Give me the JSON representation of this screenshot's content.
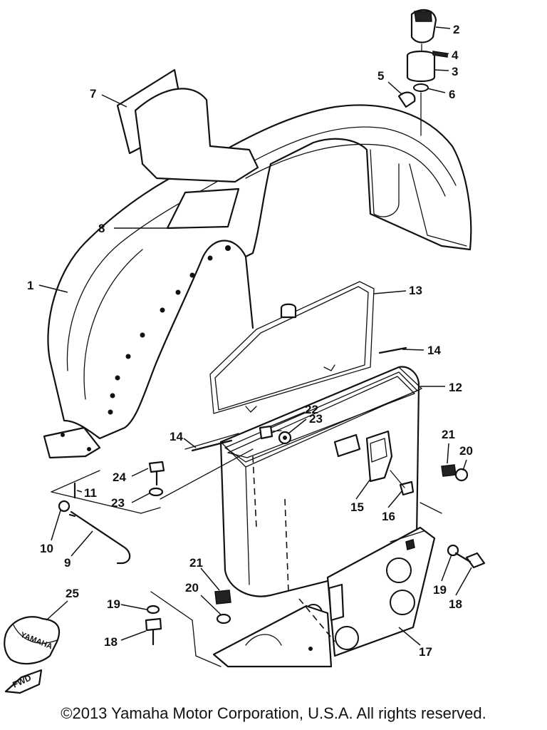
{
  "diagram": {
    "callouts": {
      "c1": "1",
      "c2": "2",
      "c3": "3",
      "c4": "4",
      "c5": "5",
      "c6": "6",
      "c7": "7",
      "c8": "8",
      "c9": "9",
      "c10": "10",
      "c11": "11",
      "c12": "12",
      "c13": "13",
      "c14a": "14",
      "c14b": "14",
      "c15": "15",
      "c16": "16",
      "c17": "17",
      "c18a": "18",
      "c18b": "18",
      "c19a": "19",
      "c19b": "19",
      "c20a": "20",
      "c20b": "20",
      "c21a": "21",
      "c21b": "21",
      "c22": "22",
      "c23a": "23",
      "c23b": "23",
      "c24": "24",
      "c25": "25"
    },
    "fwd_label": "FWD",
    "pouch_label": "YAMAHA"
  },
  "footer": {
    "copyright": "©2013 Yamaha Motor Corporation, U.S.A. All rights reserved."
  }
}
